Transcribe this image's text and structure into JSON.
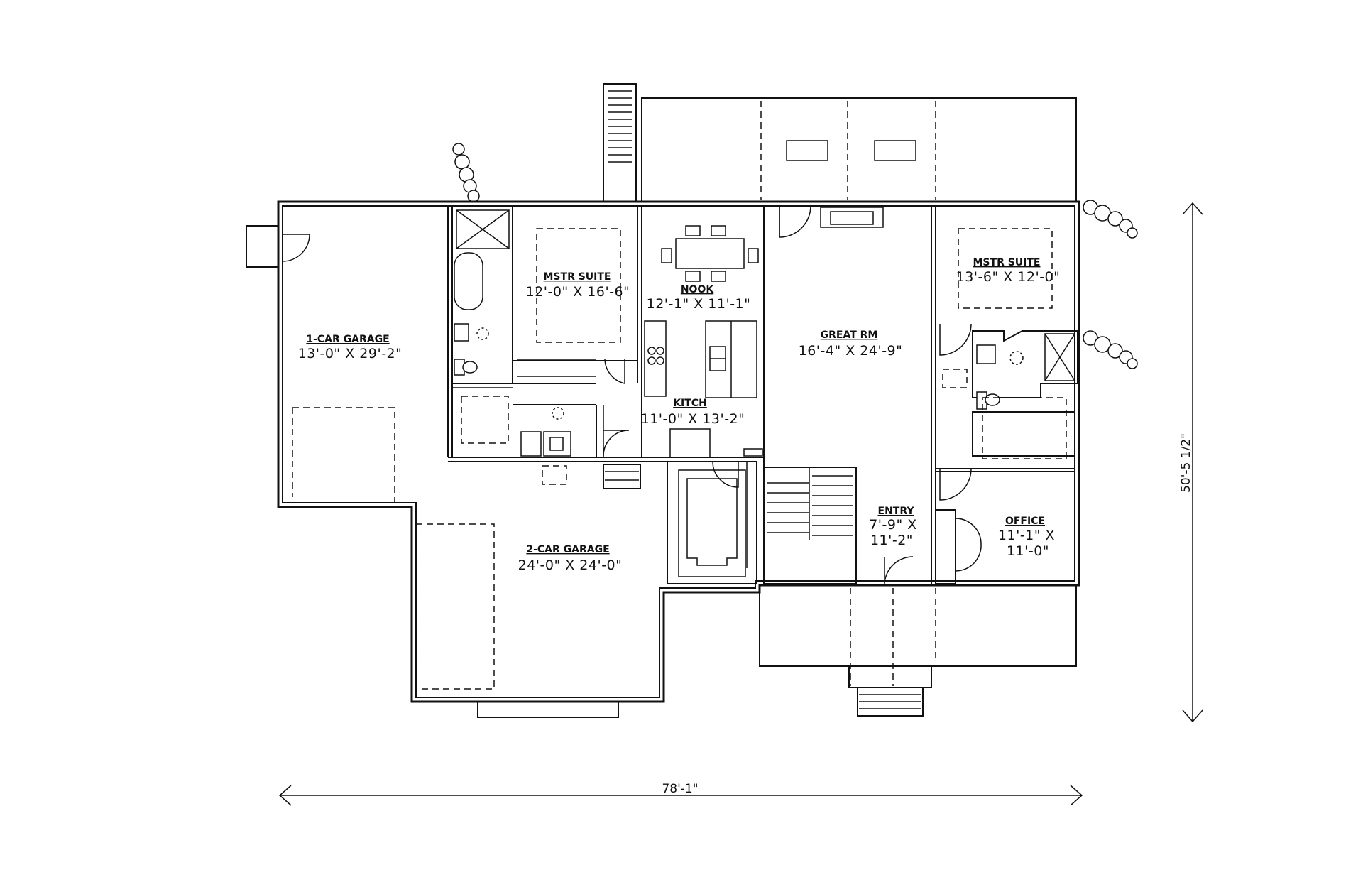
{
  "rooms": {
    "garage1": {
      "name": "1-CAR GARAGE",
      "dims": "13'-0\" X 29'-2\""
    },
    "mstr1": {
      "name": "MSTR SUITE",
      "dims": "12'-0\" X 16'-6\""
    },
    "nook": {
      "name": "NOOK",
      "dims": "12'-1\" X 11'-1\""
    },
    "great": {
      "name": "GREAT RM",
      "dims": "16'-4\" X 24'-9\""
    },
    "mstr2": {
      "name": "MSTR SUITE",
      "dims": "13'-6\" X 12'-0\""
    },
    "kitch": {
      "name": "KITCH",
      "dims": "11'-0\" X 13'-2\""
    },
    "entry": {
      "name": "ENTRY",
      "dims1": "7'-9\" X",
      "dims2": "11'-2\""
    },
    "office": {
      "name": "OFFICE",
      "dims1": "11'-1\" X",
      "dims2": "11'-0\""
    },
    "garage2": {
      "name": "2-CAR GARAGE",
      "dims": "24'-0\" X 24'-0\""
    }
  },
  "dimensions": {
    "width": "78'-1\"",
    "depth": "50'-5 1/2\""
  }
}
